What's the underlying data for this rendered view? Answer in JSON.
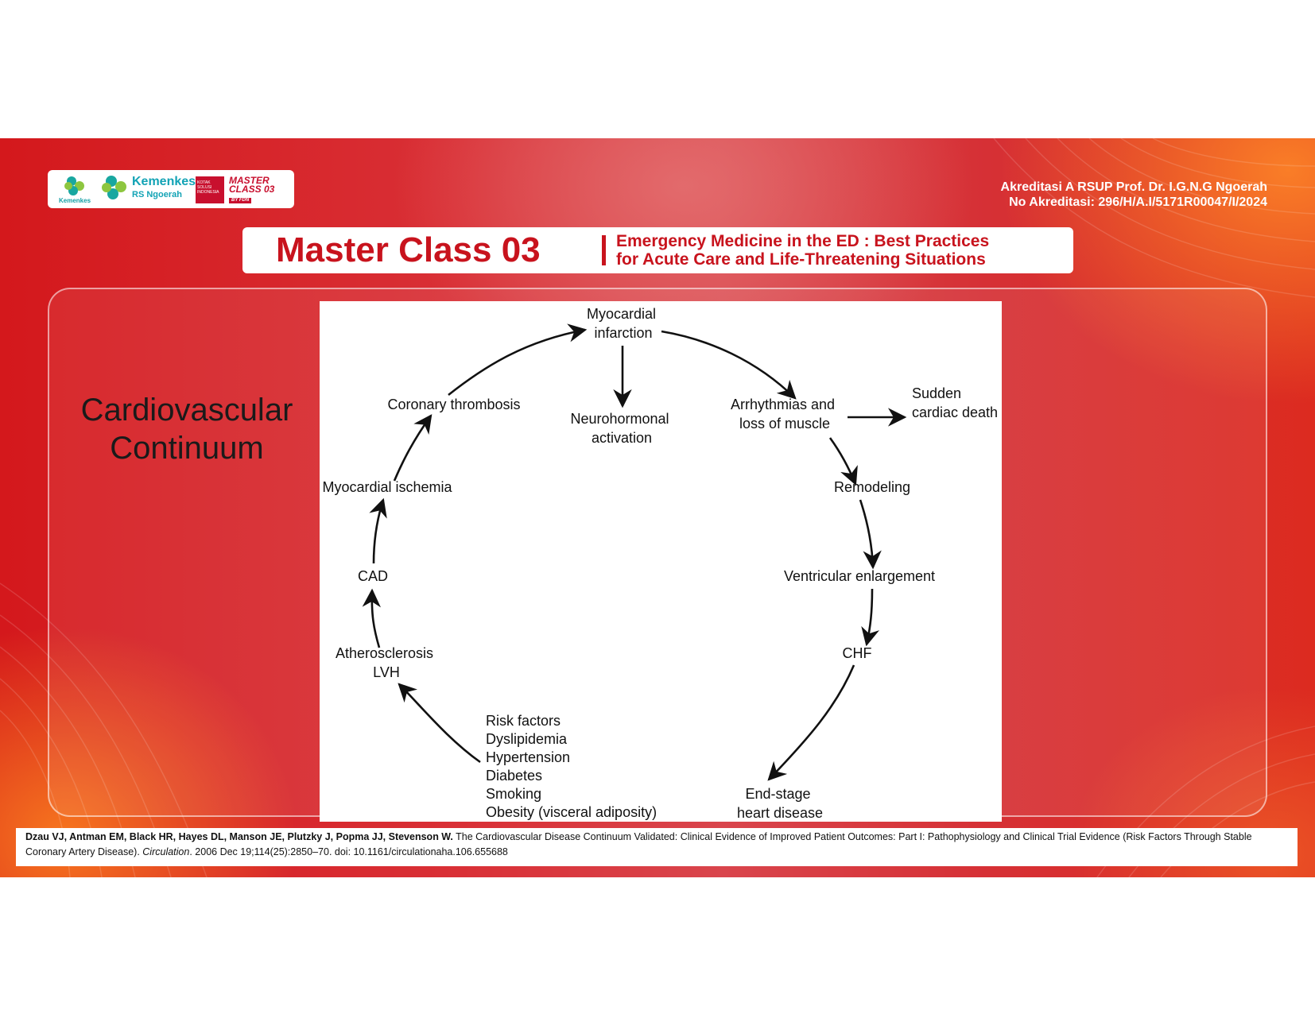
{
  "logos": {
    "kemenkes_small": "Kemenkes",
    "kemenkes": "Kemenkes",
    "rs_name": "RS Ngoerah",
    "red_badge": "KOTAK SOLUSI INDONESIA",
    "master_class": "MASTER CLASS 03",
    "master_class_by": "BY FDN"
  },
  "accreditation": {
    "line1": "Akreditasi A RSUP Prof. Dr. I.G.N.G Ngoerah",
    "line2": "No Akreditasi: 296/H/A.I/5171R00047/I/2024"
  },
  "title": {
    "main": "Master Class 03",
    "subtitle_line1": "Emergency Medicine in the ED : Best Practices",
    "subtitle_line2": "for Acute Care and Life-Threatening Situations"
  },
  "slide_heading": {
    "line1": "Cardiovascular",
    "line2": "Continuum"
  },
  "diagram": {
    "nodes": {
      "mi": [
        "Myocardial",
        "infarction"
      ],
      "neuro": [
        "Neurohormonal",
        "activation"
      ],
      "arrhythmias": [
        "Arrhythmias and",
        "loss of muscle"
      ],
      "sudden": [
        "Sudden",
        "cardiac death"
      ],
      "remodeling": [
        "Remodeling"
      ],
      "ventricular": [
        "Ventricular enlargement"
      ],
      "chf": [
        "CHF"
      ],
      "endstage": [
        "End-stage",
        "heart disease"
      ],
      "risk": [
        "Risk factors",
        "Dyslipidemia",
        "Hypertension",
        "Diabetes",
        "Smoking",
        "Obesity (visceral adiposity)"
      ],
      "athero": [
        "Atherosclerosis",
        "LVH"
      ],
      "cad": [
        "CAD"
      ],
      "ischemia": [
        "Myocardial ischemia"
      ],
      "thrombosis": [
        "Coronary thrombosis"
      ]
    }
  },
  "citation": {
    "authors": "Dzau VJ, Antman EM, Black HR, Hayes DL, Manson JE, Plutzky J, Popma JJ, Stevenson W.",
    "title": " The Cardiovascular Disease Continuum Validated: Clinical Evidence of Improved Patient Outcomes: Part I: Pathophysiology and Clinical Trial Evidence (Risk Factors Through Stable Coronary Artery Disease). ",
    "journal": "Circulation",
    "details": ". 2006 Dec 19;114(25):2850–70. doi: 10.1161/circulationaha.106.655688"
  },
  "colors": {
    "brand_red": "#c8131d",
    "kemenkes_teal": "#13a3b5",
    "diagram_bg": "#ffffff",
    "text": "#111111"
  }
}
